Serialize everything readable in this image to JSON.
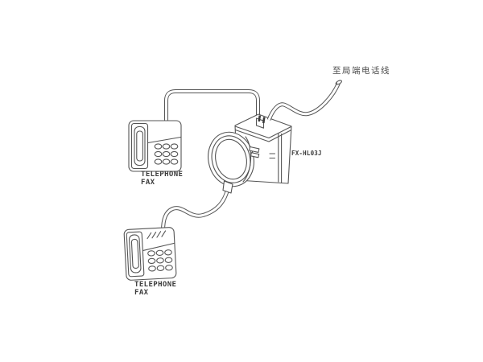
{
  "diagram": {
    "type": "wiring-diagram",
    "background_color": "#ffffff",
    "line_color": "#555555",
    "text_color": "#3b3b3b",
    "devices": {
      "top_fax": {
        "label_line1": "TELEPHONE",
        "label_line2": "FAX"
      },
      "bottom_fax": {
        "label_line1": "TELEPHONE",
        "label_line2": "FAX"
      },
      "adapter": {
        "model": "FX-HL03J"
      },
      "network_line": {
        "label": "至局端电话线"
      }
    },
    "connections": [
      "top telephone fax to adapter top jack",
      "adapter to central-office telephone line",
      "adapter round plug to bottom telephone fax"
    ]
  }
}
